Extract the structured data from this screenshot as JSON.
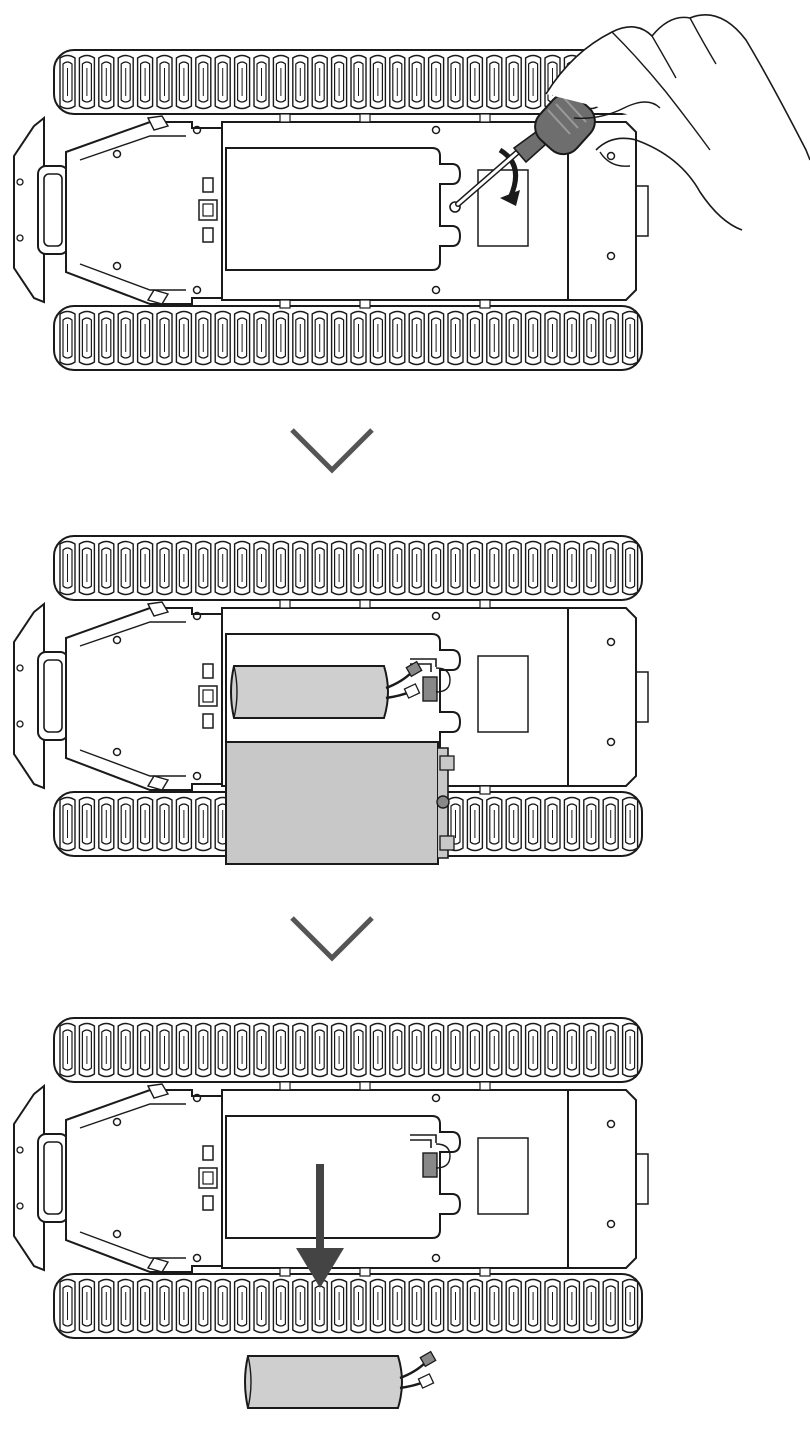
{
  "steps": [
    {
      "action": "unscrew-battery-cover"
    },
    {
      "action": "remove-battery-cover"
    },
    {
      "action": "pull-out-battery"
    }
  ],
  "colors": {
    "line": "#1a1a1a",
    "cover_fill": "#c8c8c8",
    "battery_fill": "#cfcfcf",
    "arrow_fill": "#444444",
    "screwdriver_handle": "#6e6e6e",
    "background": "#ffffff"
  }
}
